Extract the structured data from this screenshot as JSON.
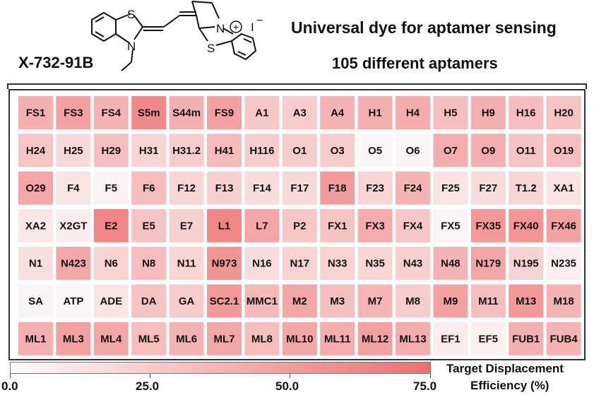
{
  "header": {
    "compound_id": "X-732-91B",
    "title": "Universal dye for aptamer sensing",
    "subtitle": "105 different aptamers"
  },
  "molecule": {
    "atom_S1": "S",
    "atom_N1": "N",
    "atom_N2": "N",
    "charge": "+",
    "atom_S2": "S",
    "counterion": "I",
    "counterion_charge": "−"
  },
  "chart_data": {
    "type": "heatmap",
    "title": "",
    "colorbar": {
      "label_line1": "Target Displacement",
      "label_line2": "Efficiency (%)",
      "min": 0.0,
      "max": 75.0,
      "tick_labels": [
        "0.0",
        "25.0",
        "50.0",
        "75.0"
      ],
      "ticks": [
        0,
        25,
        50,
        75
      ],
      "colors": [
        "#fbfbfb",
        "#ee6e6e"
      ]
    },
    "rows": [
      [
        "FS1",
        "FS3",
        "FS4",
        "S5m",
        "S44m",
        "FS9",
        "A1",
        "A3",
        "A4",
        "H1",
        "H4",
        "H5",
        "H9",
        "H16",
        "H20"
      ],
      [
        "H24",
        "H25",
        "H29",
        "H31",
        "H31.2",
        "H41",
        "H116",
        "O1",
        "O3",
        "O5",
        "O6",
        "O7",
        "O9",
        "O11",
        "O19"
      ],
      [
        "O29",
        "F4",
        "F5",
        "F6",
        "F12",
        "F13",
        "F14",
        "F17",
        "F18",
        "F23",
        "F24",
        "F25",
        "F27",
        "T1.2",
        "XA1"
      ],
      [
        "XA2",
        "X2GT",
        "E2",
        "E5",
        "E7",
        "L1",
        "L7",
        "P2",
        "FX1",
        "FX3",
        "FX4",
        "FX5",
        "FX35",
        "FX40",
        "FX46"
      ],
      [
        "N1",
        "N423",
        "N6",
        "N8",
        "N11",
        "N973",
        "N16",
        "N17",
        "N33",
        "N35",
        "N43",
        "N48",
        "N179",
        "N195",
        "N235"
      ],
      [
        "SA",
        "ATP",
        "ADE",
        "DA",
        "GA",
        "SC2.1",
        "MMC1",
        "M2",
        "M3",
        "M7",
        "M8",
        "M9",
        "M11",
        "M13",
        "M18"
      ],
      [
        "ML1",
        "ML3",
        "ML4",
        "ML5",
        "ML6",
        "ML7",
        "ML8",
        "ML10",
        "ML11",
        "ML12",
        "ML13",
        "EF1",
        "EF5",
        "FUB1",
        "FUB4"
      ]
    ],
    "values": [
      [
        40,
        48,
        38,
        60,
        40,
        48,
        27,
        25,
        38,
        40,
        42,
        32,
        40,
        33,
        30
      ],
      [
        28,
        18,
        32,
        20,
        25,
        34,
        25,
        25,
        25,
        2,
        3,
        42,
        42,
        30,
        33
      ],
      [
        45,
        12,
        5,
        33,
        20,
        23,
        17,
        18,
        50,
        20,
        38,
        13,
        17,
        20,
        13
      ],
      [
        10,
        8,
        62,
        30,
        23,
        62,
        45,
        27,
        30,
        42,
        27,
        3,
        52,
        55,
        48
      ],
      [
        15,
        45,
        22,
        33,
        20,
        55,
        17,
        22,
        22,
        20,
        23,
        38,
        45,
        22,
        7
      ],
      [
        3,
        3,
        13,
        30,
        25,
        52,
        35,
        45,
        32,
        37,
        25,
        48,
        33,
        52,
        38
      ],
      [
        40,
        48,
        45,
        33,
        38,
        45,
        33,
        45,
        42,
        48,
        42,
        8,
        6,
        40,
        38
      ]
    ]
  }
}
